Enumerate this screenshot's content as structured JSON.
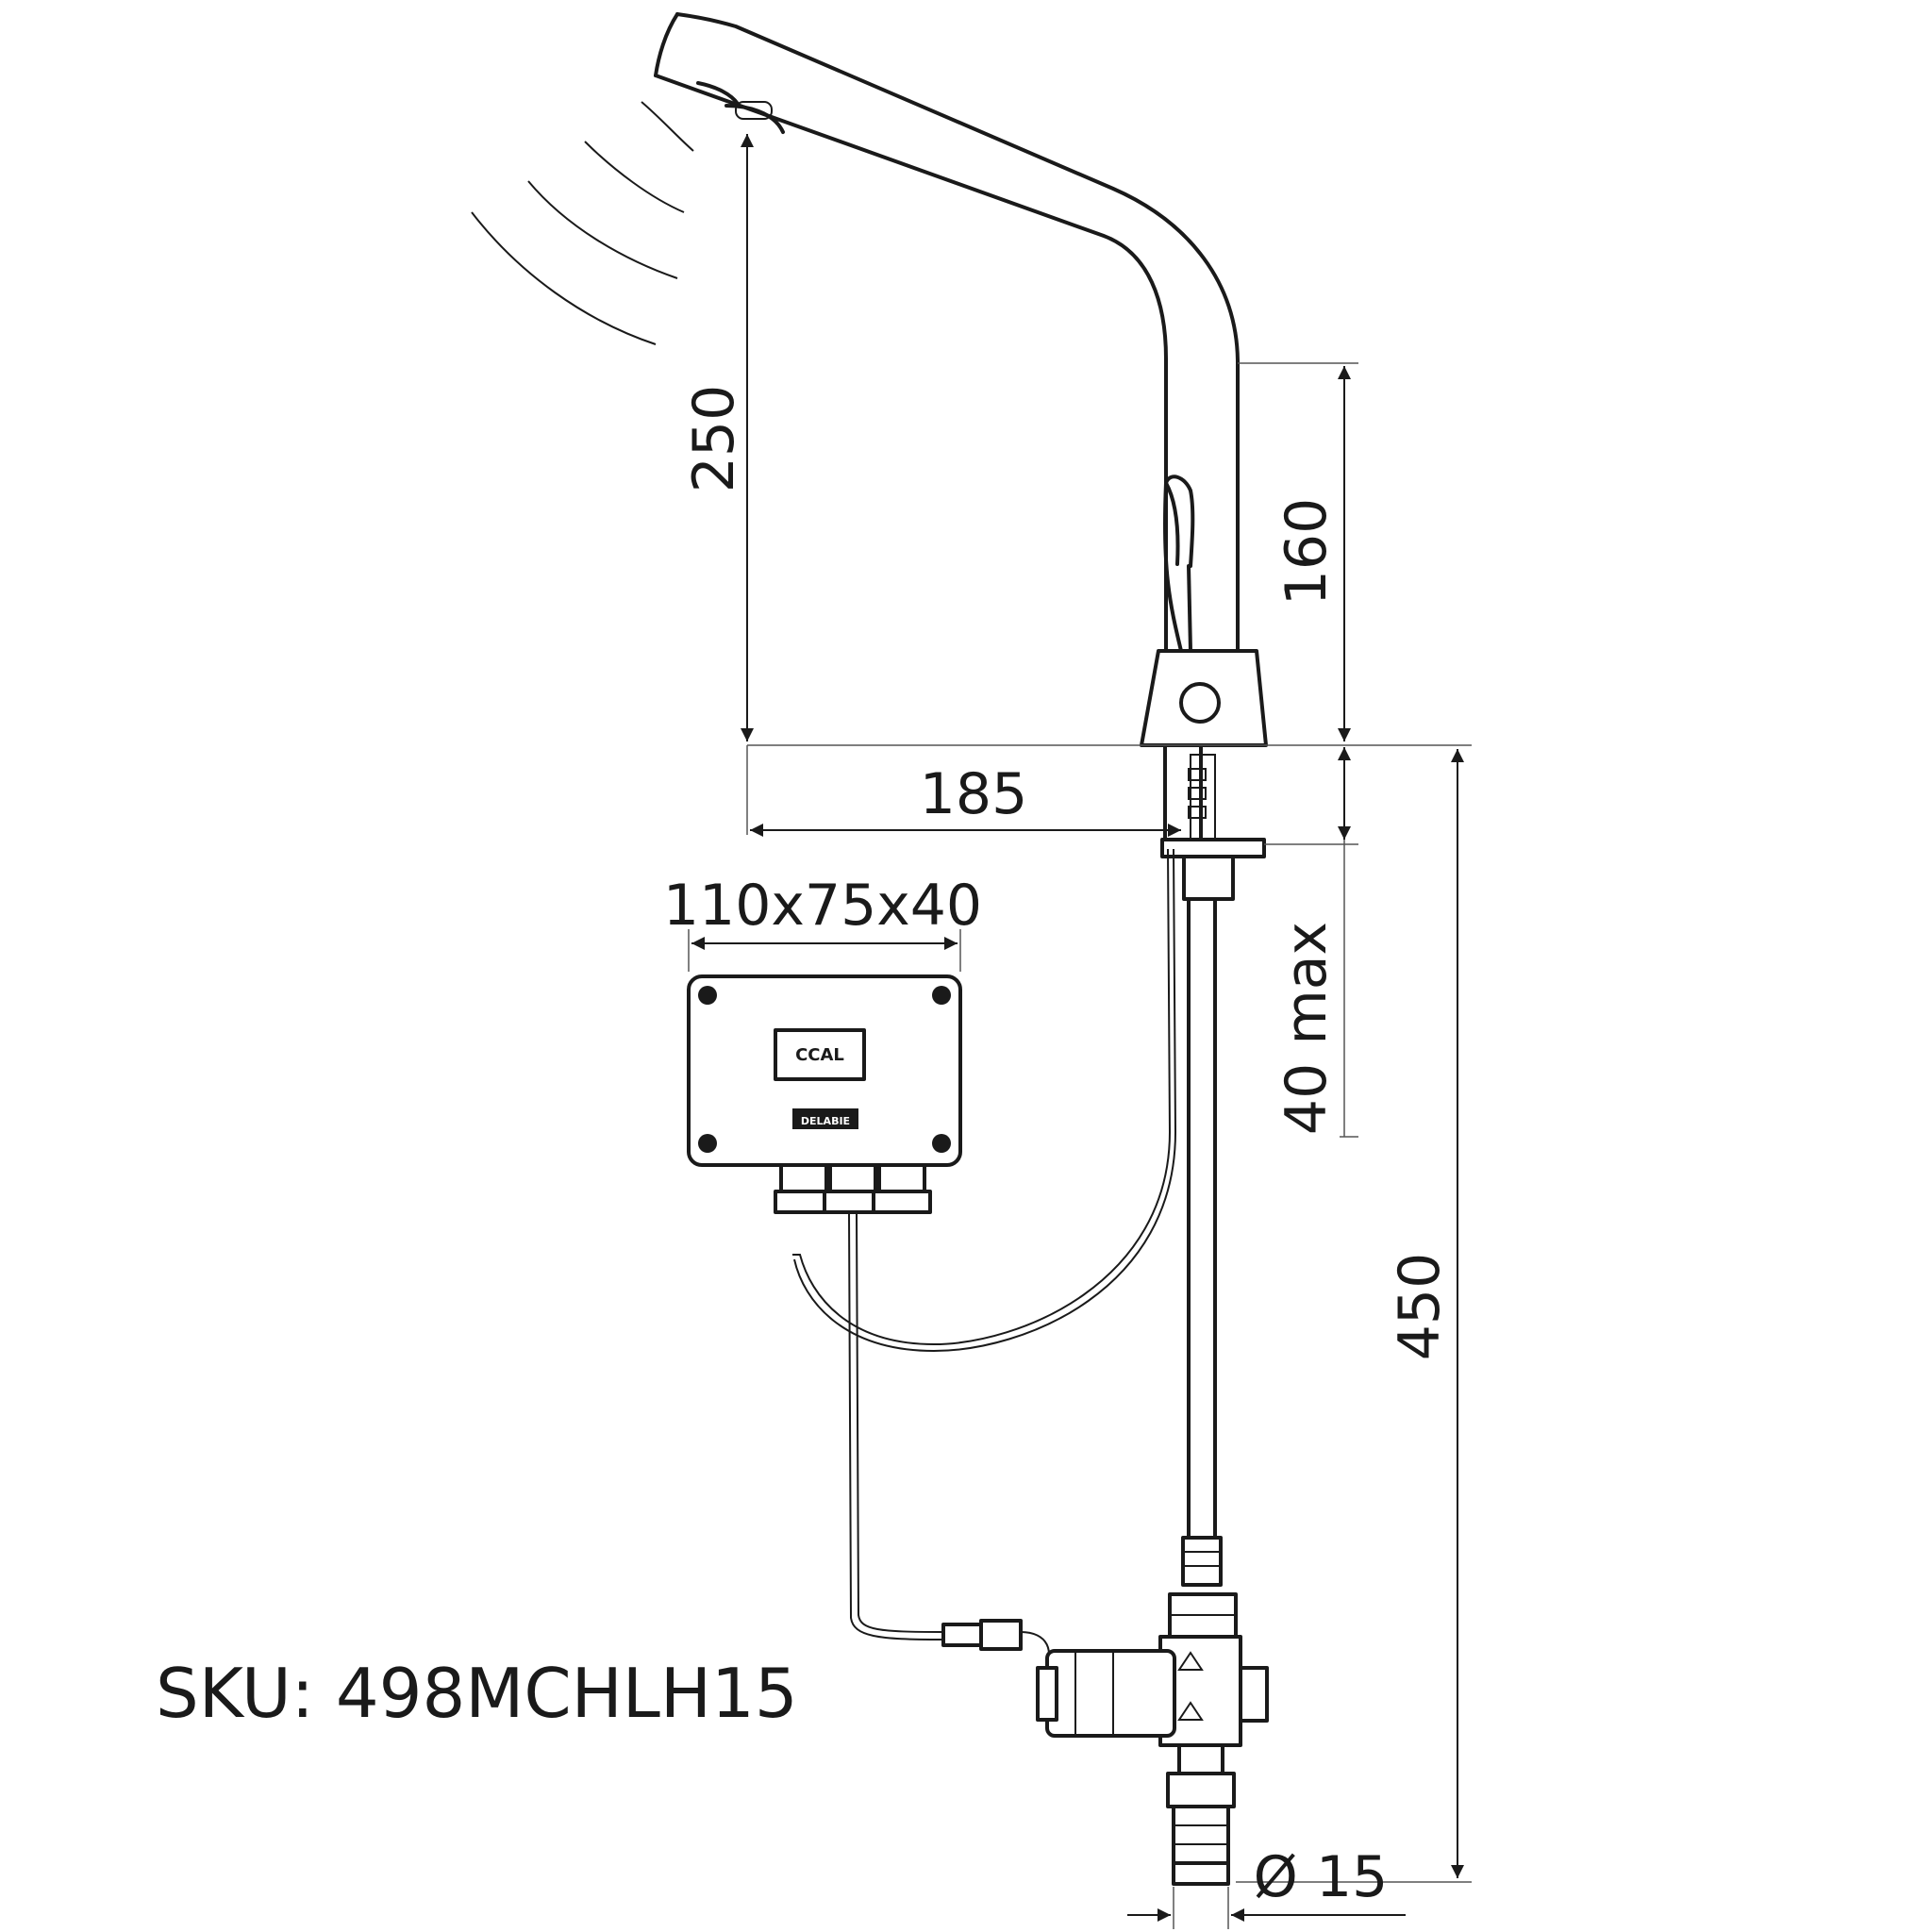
{
  "sku": "SKU: 498MCHLH15",
  "dimensions": {
    "spout_height": "250",
    "body_height": "160",
    "reach": "185",
    "box_size": "110x75x40",
    "deck_thickness": "40 max",
    "total_length": "450",
    "diameter": "Ø 15"
  },
  "box_labels": {
    "logo": "CCAL",
    "plate": "DELABIE"
  }
}
